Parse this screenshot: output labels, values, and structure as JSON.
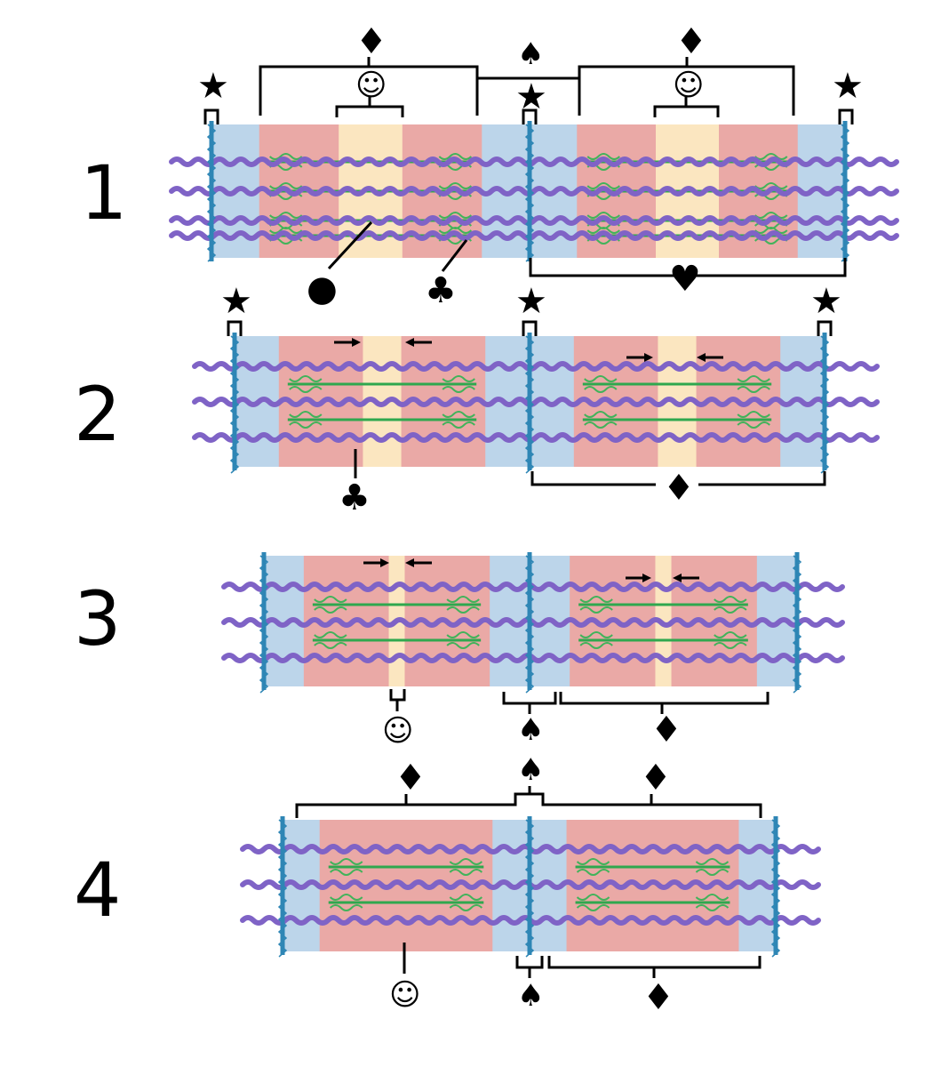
{
  "figure": {
    "stages": [
      {
        "number": "1",
        "contraction": 0.0
      },
      {
        "number": "2",
        "contraction": 0.35
      },
      {
        "number": "3",
        "contraction": 0.7
      },
      {
        "number": "4",
        "contraction": 1.0
      }
    ],
    "symbols": {
      "star": "★",
      "diamond": "♦",
      "spade": "♠",
      "smiley": "☺",
      "heart": "♥",
      "club": "♣",
      "dot": "●"
    },
    "colors": {
      "z_band": "#bcd5ea",
      "a_band": "#eaa9a6",
      "h_zone": "#fbe6c0",
      "z_line": "#2e86b5",
      "actin": "#7f63c6",
      "myosin": "#2fa84e"
    },
    "shape_icons": [
      "thick-thin-filament-icon",
      "z-disc-icon",
      "contraction-arrow-icon"
    ]
  }
}
